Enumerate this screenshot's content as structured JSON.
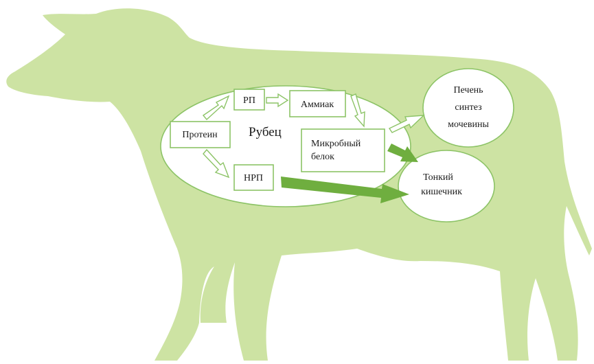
{
  "colors": {
    "silhouette": "#cde3a3",
    "outline": "#8cc366",
    "solid_arrow": "#6fae3f",
    "text": "#1a1a1a",
    "background": "#ffffff"
  },
  "rumen": {
    "label": "Рубец"
  },
  "nodes": {
    "protein": "Протеин",
    "rp": "РП",
    "nrp": "НРП",
    "ammonia": "Аммиак",
    "microbial_line1": "Микробный",
    "microbial_line2": "белок"
  },
  "liver": {
    "line1": "Печень",
    "line2": "синтез",
    "line3": "мочевины"
  },
  "intestine": {
    "line1": "Тонкий",
    "line2": "кишечник"
  }
}
